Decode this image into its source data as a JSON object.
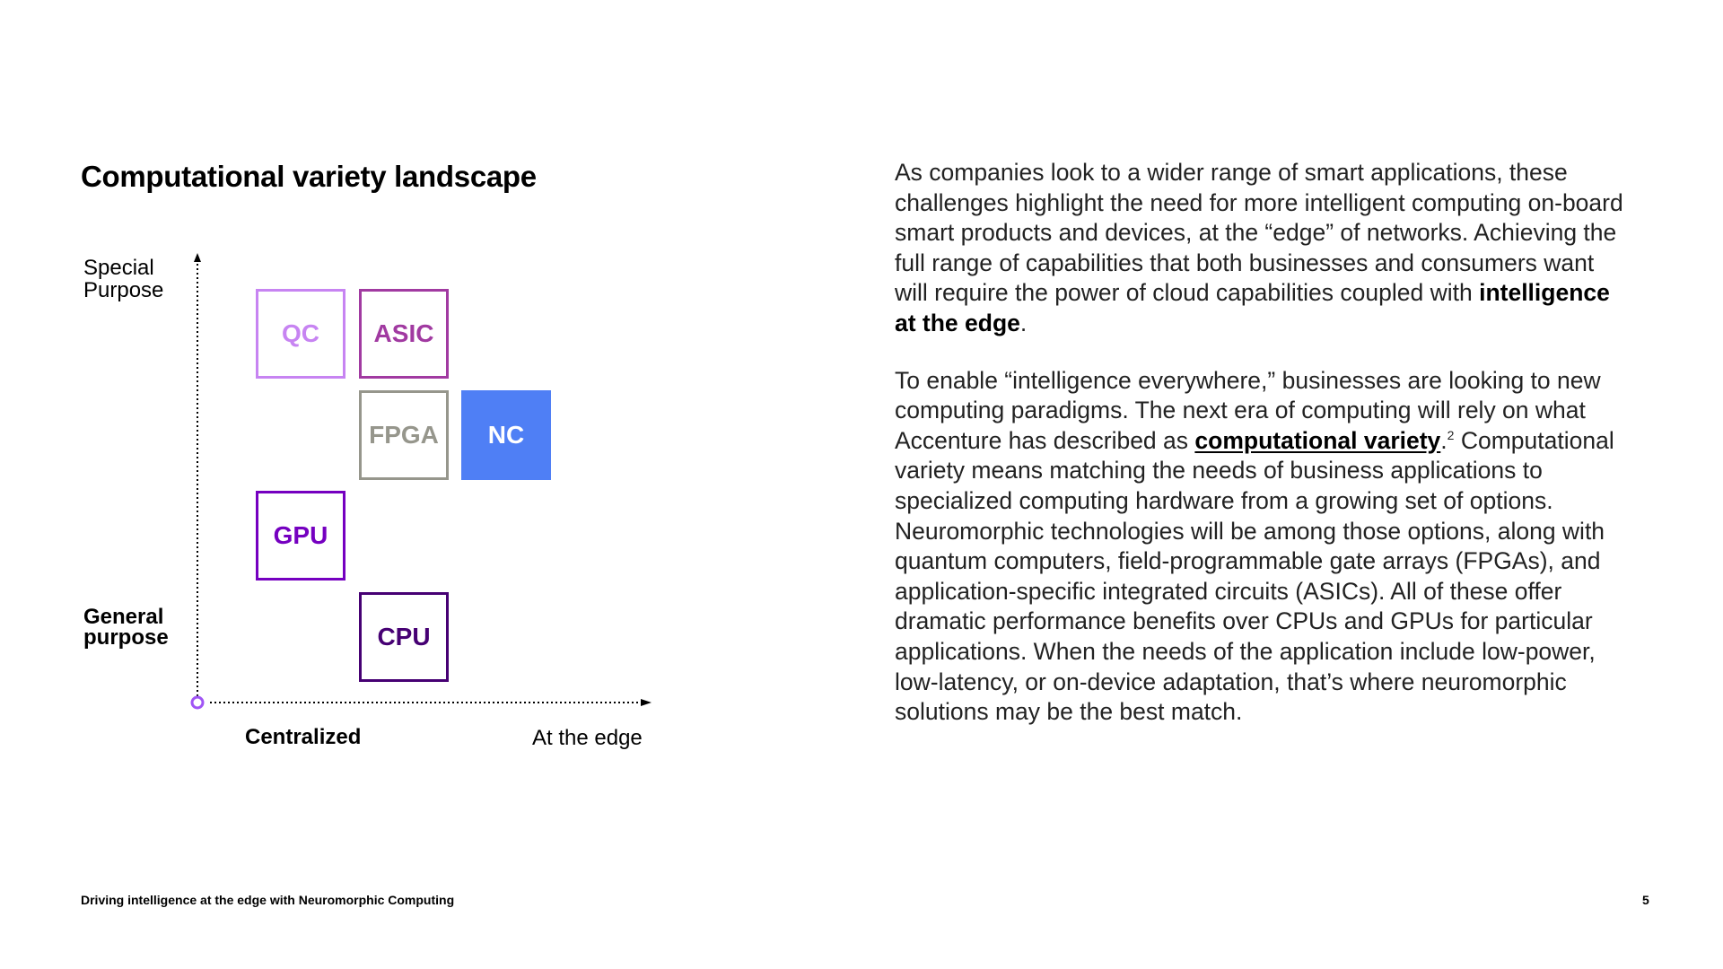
{
  "title": "Computational variety landscape",
  "diagram": {
    "y_axis_top_label": "Special\nPurpose",
    "y_axis_bottom_label": "General\npurpose",
    "x_axis_left_label": "Centralized",
    "x_axis_right_label": "At the edge",
    "boxes": [
      {
        "id": "qc",
        "label": "QC",
        "color": "#C784F2",
        "style": "outline"
      },
      {
        "id": "asic",
        "label": "ASIC",
        "color": "#A13AA1",
        "style": "outline"
      },
      {
        "id": "fpga",
        "label": "FPGA",
        "color": "#96968C",
        "style": "outline"
      },
      {
        "id": "nc",
        "label": "NC",
        "color": "#4F7FF5",
        "style": "filled"
      },
      {
        "id": "gpu",
        "label": "GPU",
        "color": "#7500C0",
        "style": "outline"
      },
      {
        "id": "cpu",
        "label": "CPU",
        "color": "#460073",
        "style": "outline"
      }
    ],
    "origin_marker_color": "#A055F5"
  },
  "body": {
    "p1_text": "As companies look to a wider range of smart applications, these challenges highlight the need for more intelligent computing on-board smart products and devices, at the “edge” of networks. Achieving the full range of capabilities that both businesses and consumers want will require the power of cloud capabilities coupled with ",
    "p1_bold": "intelligence at the edge",
    "p1_end": ".",
    "p2_text": "To enable “intelligence everywhere,” businesses are looking to new computing paradigms. The next era of computing will rely on what Accenture has described as ",
    "p2_link": "computational variety",
    "p2_period": ".",
    "p2_sup": "2",
    "p2_rest": " Computational variety means matching the needs of business applications to specialized computing hardware from a growing set of options. Neuromorphic technologies will be among those options, along with quantum computers, field-programmable gate arrays (FPGAs), and application-specific integrated circuits (ASICs). All of these offer dramatic performance benefits over CPUs and GPUs for particular applications. When the needs of the application include low-power, low-latency, or on-device adaptation, that’s where neuromorphic solutions may be the best match."
  },
  "footer": {
    "left": "Driving intelligence at the edge with Neuromorphic Computing",
    "page_number": "5"
  }
}
